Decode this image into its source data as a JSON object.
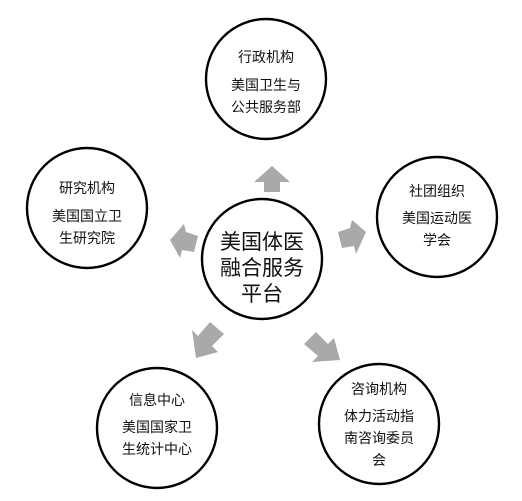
{
  "diagram": {
    "center": {
      "lines": [
        "美国体医",
        "融合服务",
        "平台"
      ]
    },
    "nodes": [
      {
        "key": "top",
        "lines": [
          "行政机构",
          "美国卫生与",
          "公共服务部"
        ]
      },
      {
        "key": "left",
        "lines": [
          "研究机构",
          "美国国立卫",
          "生研究院"
        ]
      },
      {
        "key": "right",
        "lines": [
          "社团组织",
          "美国运动医",
          "学会"
        ]
      },
      {
        "key": "bottom-left",
        "lines": [
          "信息中心",
          "美国国家卫",
          "生统计中心"
        ]
      },
      {
        "key": "bottom-right",
        "lines": [
          "咨询机构",
          "体力活动指",
          "南咨询委员",
          "会"
        ]
      }
    ],
    "colors": {
      "arrow": "#a9a9a9",
      "stroke": "#000000"
    }
  }
}
